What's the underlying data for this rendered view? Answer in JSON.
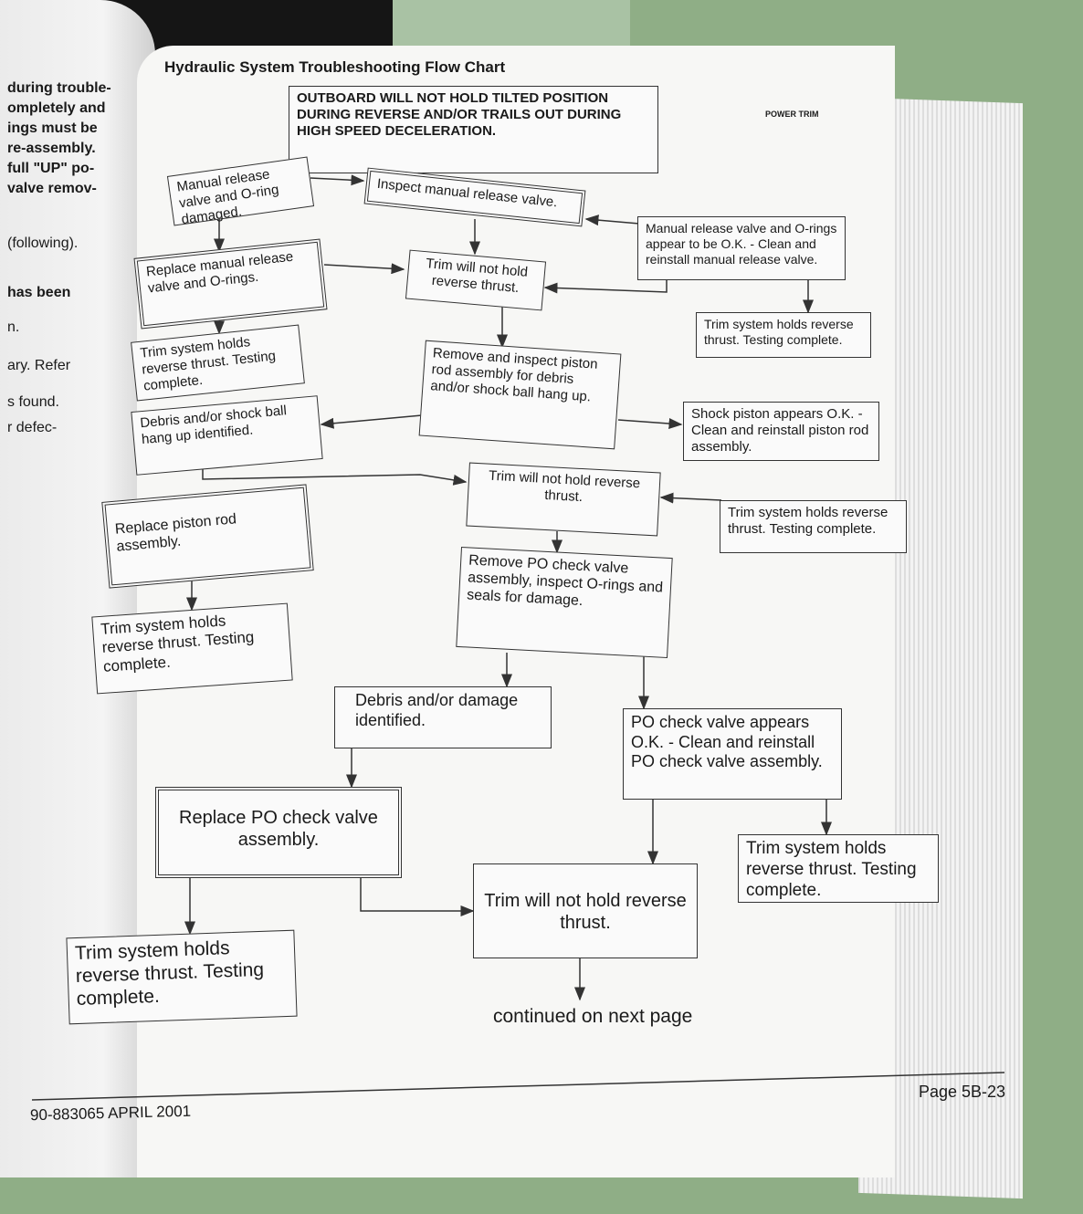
{
  "left_page": [
    "during trouble-",
    "ompletely and",
    "ings must be",
    "re-assembly.",
    "full \"UP\" po-",
    "valve remov-",
    "(following).",
    "has been",
    "n.",
    "ary. Refer",
    "s found.",
    "r defec-"
  ],
  "header": {
    "title": "Hydraulic System Troubleshooting Flow Chart",
    "section": "POWER TRIM"
  },
  "boxes": {
    "start": "OUTBOARD WILL NOT HOLD TILTED POSITION DURING REVERSE AND/OR TRAILS OUT DURING HIGH SPEED DECELERATION.",
    "manual_damaged": "Manual release valve and O-ring damaged.",
    "inspect_manual": "Inspect manual release valve.",
    "manual_ok": "Manual release valve and O-rings appear to be O.K. - Clean and reinstall manual release valve.",
    "replace_manual": "Replace manual release valve and O-rings.",
    "not_hold_1": "Trim will not hold reverse thrust.",
    "holds_1": "Trim system holds reverse thrust. Testing complete.",
    "holds_2": "Trim system holds reverse thrust. Testing complete.",
    "remove_piston": "Remove and inspect piston rod assembly for debris and/or shock ball hang up.",
    "debris_shock": "Debris and/or shock ball hang up identified.",
    "shock_ok": "Shock piston appears O.K. - Clean and reinstall piston rod assembly.",
    "not_hold_2": "Trim will not hold reverse thrust.",
    "replace_piston": "Replace piston rod assembly.",
    "holds_3": "Trim system holds reverse thrust. Testing complete.",
    "remove_po": "Remove PO check valve assembly, inspect O-rings and seals for damage.",
    "holds_4": "Trim system holds reverse thrust. Testing complete.",
    "debris_damage": "Debris and/or damage identified.",
    "po_ok": "PO check valve appears O.K. - Clean and reinstall PO check valve assembly.",
    "replace_po": "Replace PO check valve assembly.",
    "holds_5": "Trim system holds reverse thrust. Testing complete.",
    "not_hold_3": "Trim will not hold reverse thrust.",
    "holds_6": "Trim system holds reverse thrust. Testing complete."
  },
  "continued": "continued on next page",
  "footer": {
    "doc": "90-883065  APRIL 2001",
    "page": "Page 5B-23"
  }
}
